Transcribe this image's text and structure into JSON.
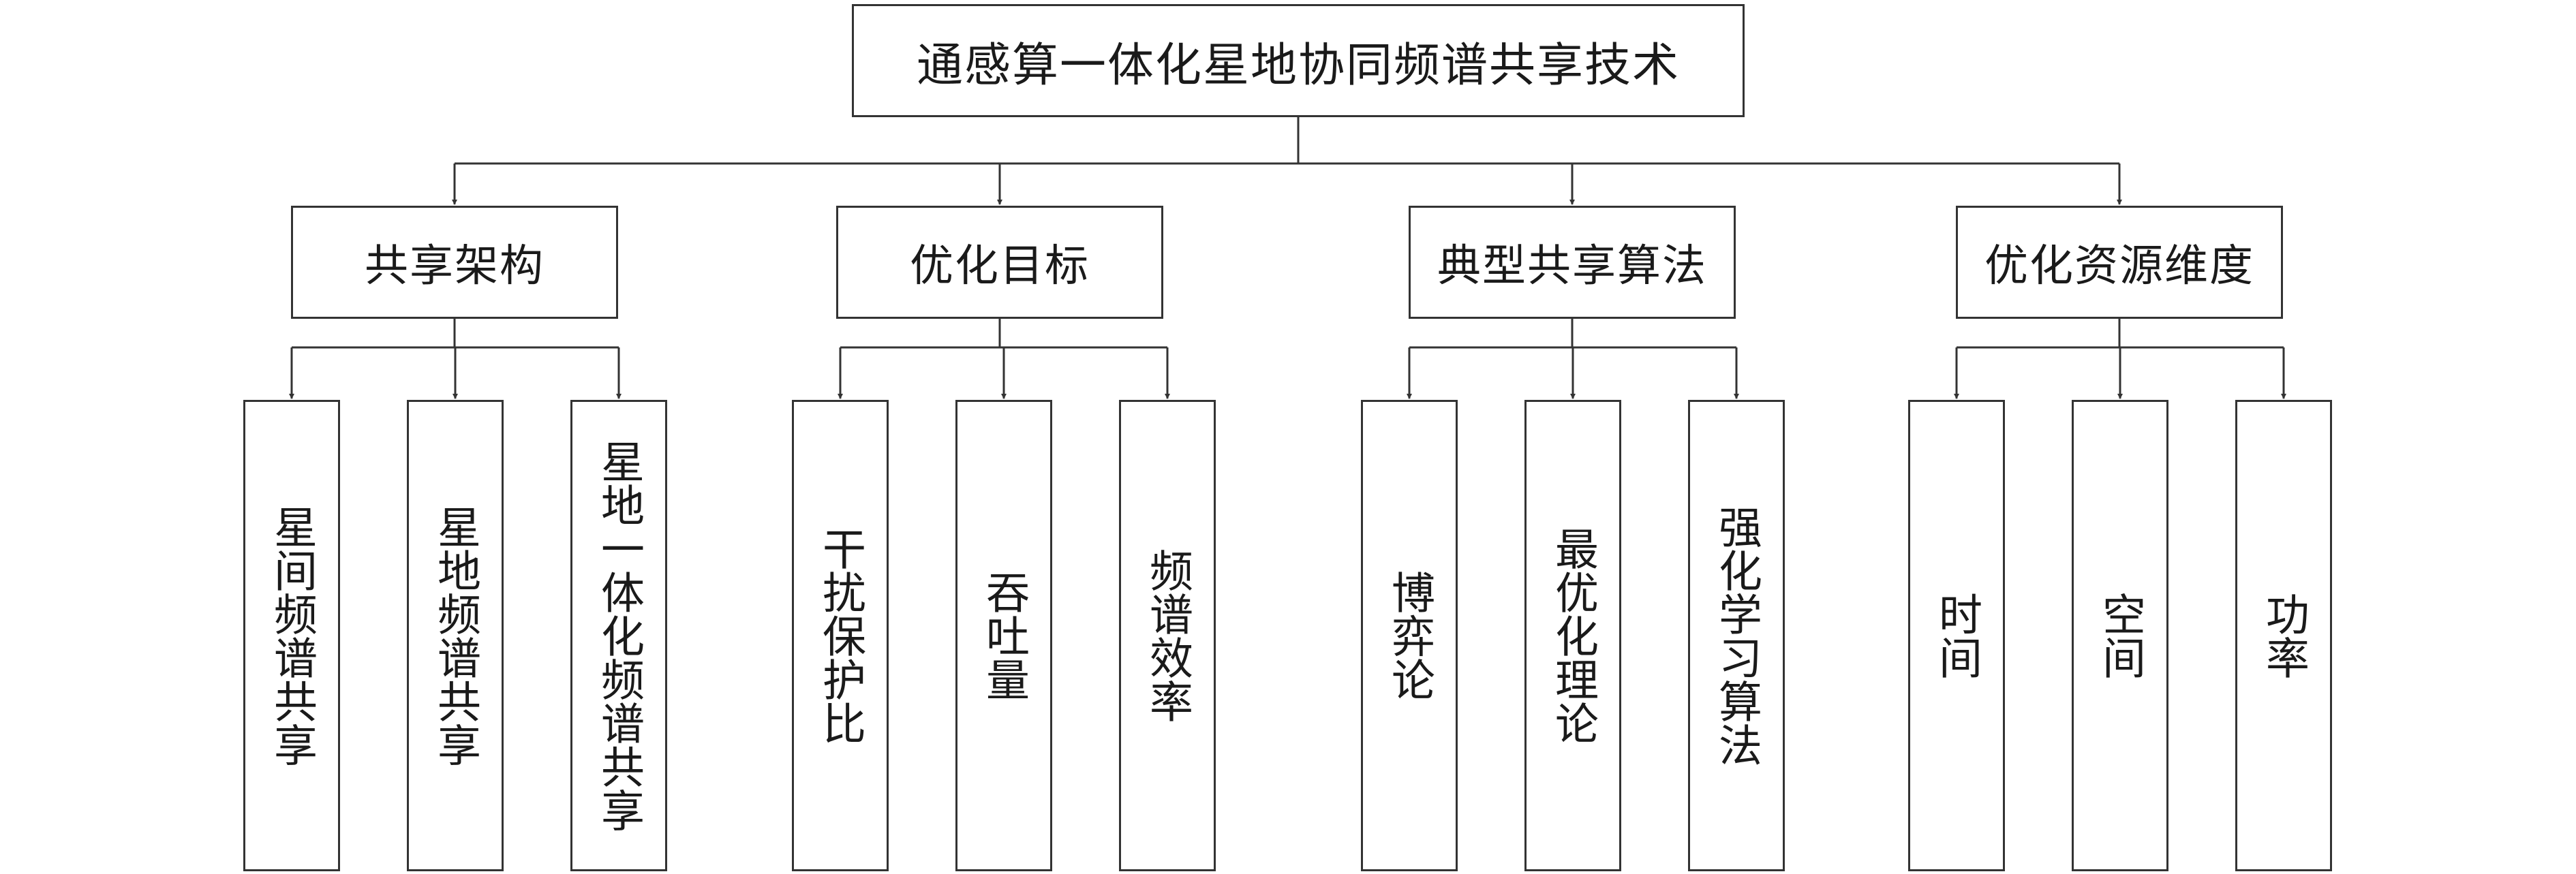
{
  "root": {
    "label": "通感算一体化星地协同频谱共享技术"
  },
  "categories": [
    {
      "label": "共享架构",
      "children": [
        "星间频谱共享",
        "星地频谱共享",
        "星地一体化频谱共享"
      ]
    },
    {
      "label": "优化目标",
      "children": [
        "干扰保护比",
        "吞吐量",
        "频谱效率"
      ]
    },
    {
      "label": "典型共享算法",
      "children": [
        "博弈论",
        "最优化理论",
        "强化学习算法"
      ]
    },
    {
      "label": "优化资源维度",
      "children": [
        "时间",
        "空间",
        "功率"
      ]
    }
  ],
  "colors": {
    "line": "#333333",
    "text": "#1a1a1a",
    "background": "#ffffff"
  }
}
